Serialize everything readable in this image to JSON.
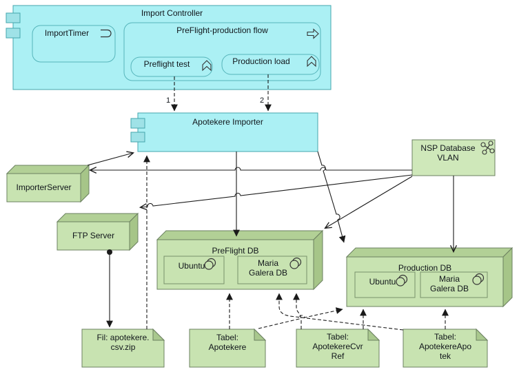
{
  "colors": {
    "app_fill": "#abf0f4",
    "app_tab_fill": "#9fe2e7",
    "app_stroke": "#44a6ad",
    "node_front": "#c8e3b1",
    "node_top": "#b2d096",
    "node_side": "#a6c588",
    "node_stroke": "#6b8060",
    "note_fold": "#a9c88e",
    "nsp_fill": "#cfe8ba",
    "line": "#1a1a1a"
  },
  "import_controller": {
    "title": "Import Controller",
    "import_timer": {
      "label": "ImportTimer"
    },
    "flow": {
      "title": "PreFlight-production flow",
      "preflight_test": {
        "label": "Preflight test"
      },
      "production_load": {
        "label": "Production load"
      }
    }
  },
  "sequence": {
    "step1": "1",
    "step2": "2"
  },
  "apotekere_importer": {
    "title": "Apotekere Importer"
  },
  "importer_server": {
    "label": "ImporterServer"
  },
  "ftp_server": {
    "label": "FTP Server"
  },
  "nsp_vlan": {
    "label": "NSP Database\nVLAN"
  },
  "preflight_db": {
    "title": "PreFlight DB",
    "ubuntu": {
      "label": "Ubuntu"
    },
    "maria": {
      "label": "Maria\nGalera DB"
    }
  },
  "production_db": {
    "title": "Production DB",
    "ubuntu": {
      "label": "Ubuntu"
    },
    "maria": {
      "label": "Maria\nGalera DB"
    }
  },
  "artifacts": {
    "file_zip": {
      "label": "Fil: apotekere.\ncsv.zip"
    },
    "table_apotekere": {
      "label": "Tabel:\nApotekere"
    },
    "table_cvrref": {
      "label": "Tabel:\nApotekereCvr\nRef"
    },
    "table_apotek": {
      "label": "Tabel:\nApotekereApo\ntek"
    }
  }
}
